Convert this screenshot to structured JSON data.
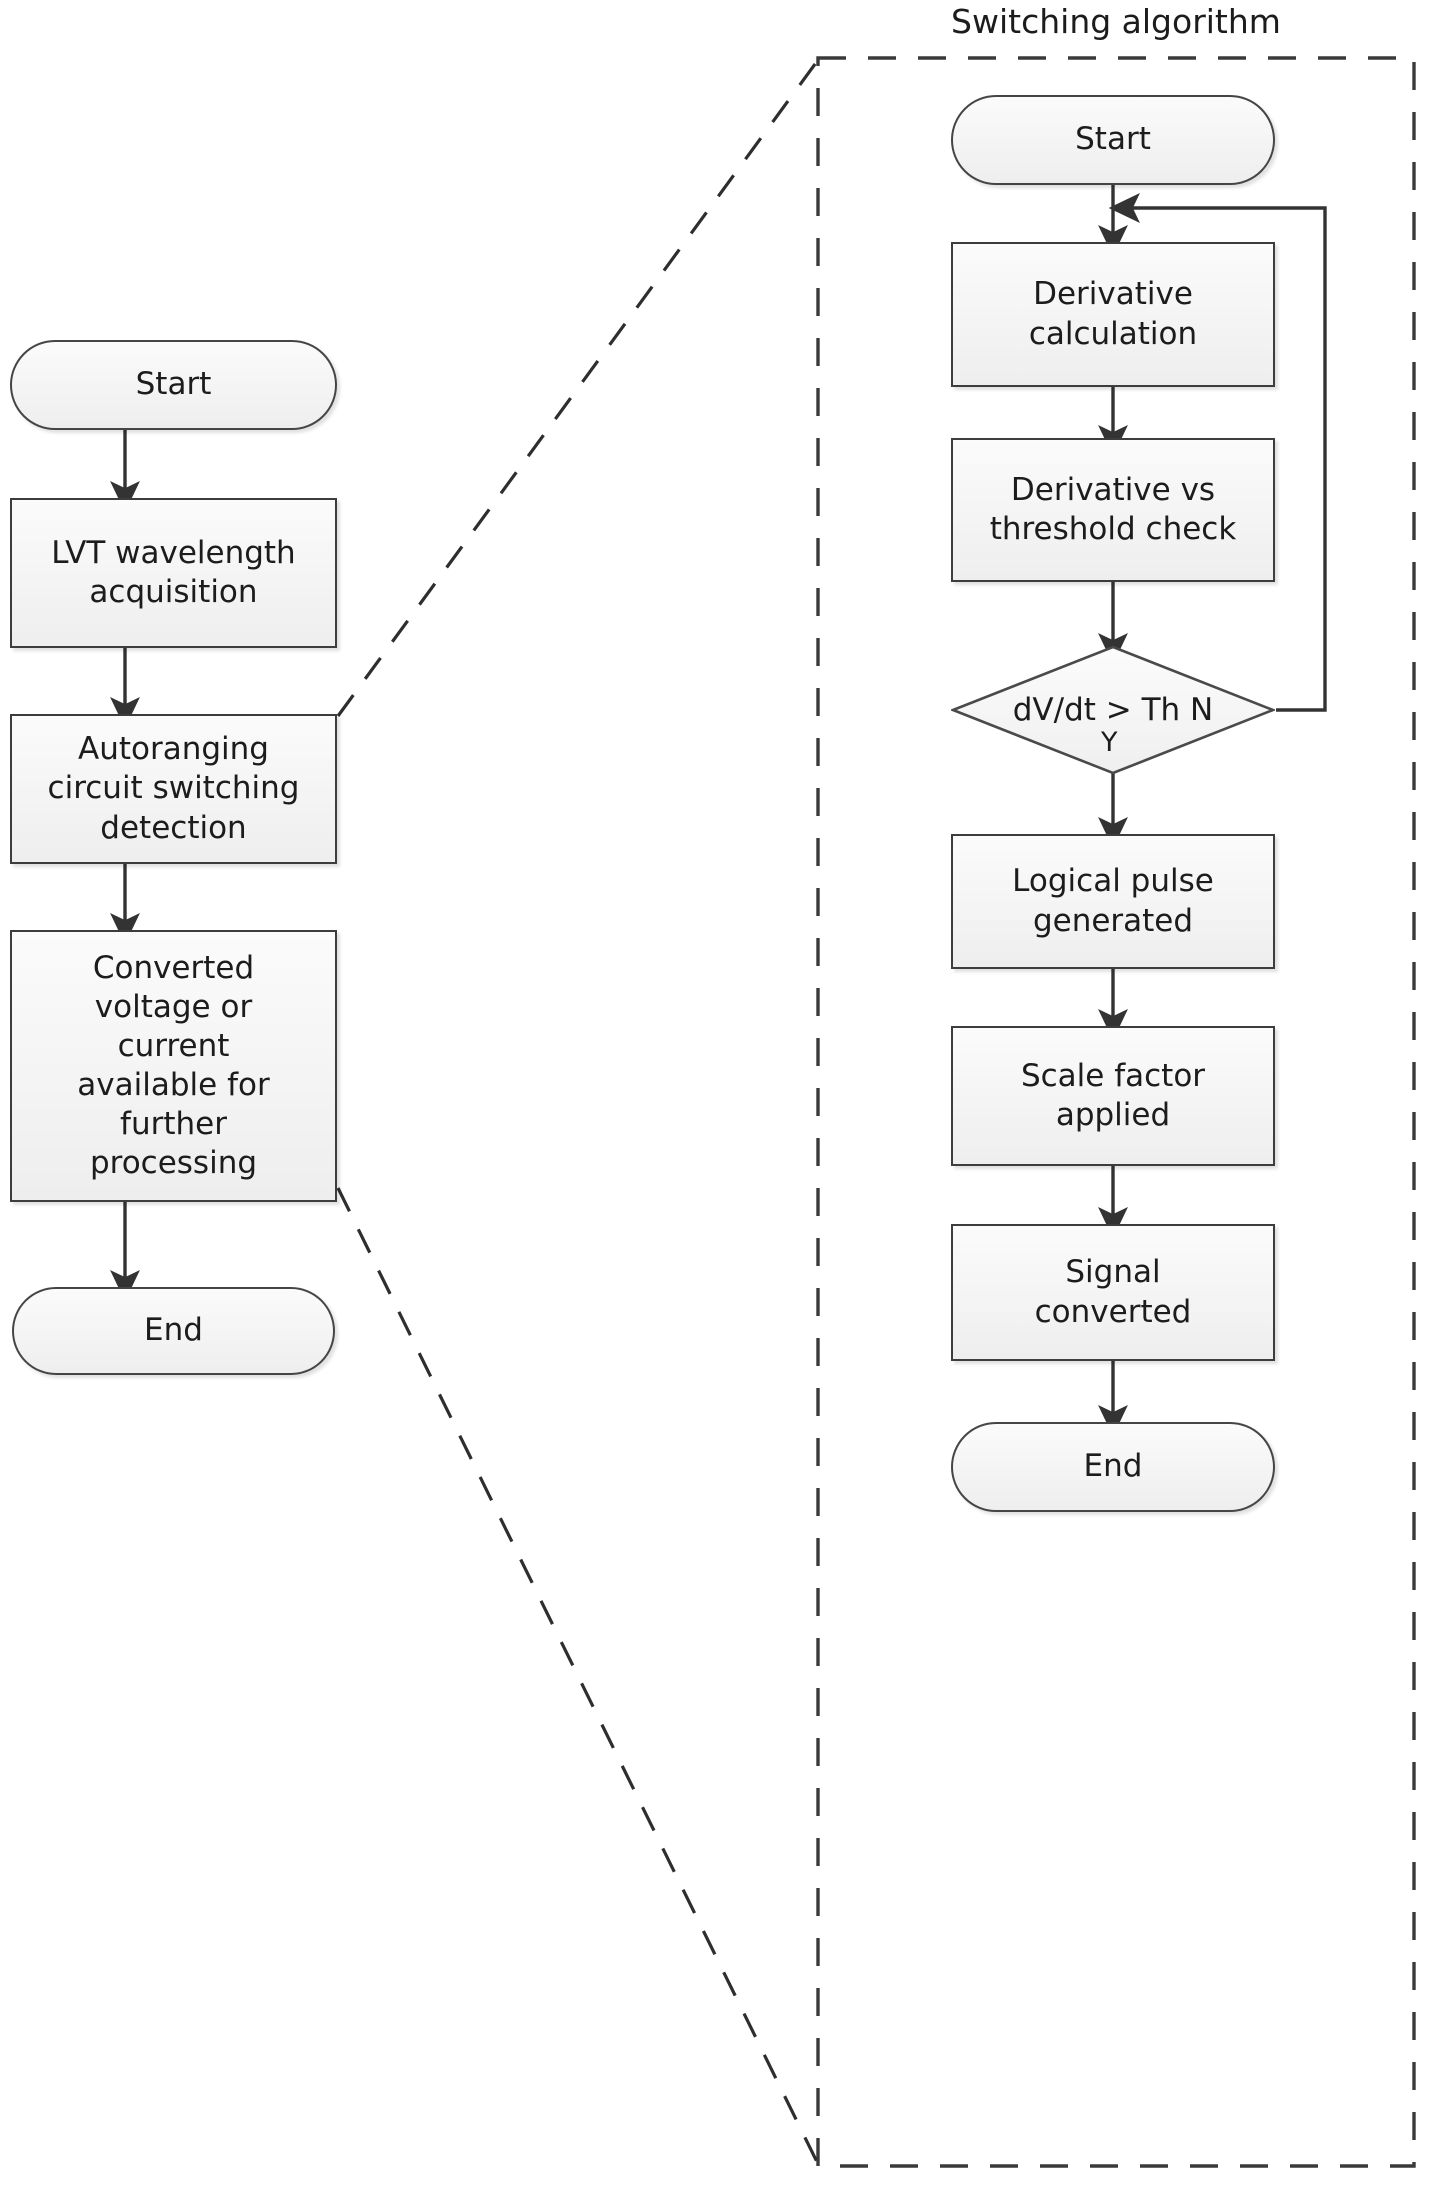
{
  "diagram": {
    "title_group": "Switching algorithm",
    "colors": {
      "node_fill_top": "#fbfbfb",
      "node_fill_bottom": "#eeeeee",
      "node_border": "#3d3d3d",
      "connector": "#333333",
      "group_border": "#3a3a3a",
      "text": "#1c1c1c",
      "background": "#ffffff"
    },
    "left_flow": {
      "name": "main-acquisition-flow",
      "nodes": [
        {
          "id": "left-start",
          "shape": "terminator",
          "label": "Start"
        },
        {
          "id": "left-lvt",
          "shape": "process",
          "label": "LVT wavelength\nacquisition"
        },
        {
          "id": "left-autorange",
          "shape": "process",
          "label": "Autoranging\ncircuit switching\ndetection"
        },
        {
          "id": "left-converted",
          "shape": "process",
          "label": "Converted\nvoltage or\ncurrent\navailable for\nfurther\nprocessing"
        },
        {
          "id": "left-end",
          "shape": "terminator",
          "label": "End"
        }
      ],
      "edges": [
        {
          "from": "left-start",
          "to": "left-lvt",
          "label": ""
        },
        {
          "from": "left-lvt",
          "to": "left-autorange",
          "label": ""
        },
        {
          "from": "left-autorange",
          "to": "left-converted",
          "label": ""
        },
        {
          "from": "left-converted",
          "to": "left-end",
          "label": ""
        }
      ]
    },
    "right_flow": {
      "name": "switching-algorithm-flow",
      "nodes": [
        {
          "id": "right-start",
          "shape": "terminator",
          "label": "Start"
        },
        {
          "id": "right-deriv",
          "shape": "process",
          "label": "Derivative\ncalculation"
        },
        {
          "id": "right-thresh",
          "shape": "process",
          "label": "Derivative vs\nthreshold check"
        },
        {
          "id": "right-decision",
          "shape": "decision",
          "label": "dV/dt > Th N",
          "yes_label": "Y",
          "no_label": "N"
        },
        {
          "id": "right-pulse",
          "shape": "process",
          "label": "Logical pulse\ngenerated"
        },
        {
          "id": "right-scale",
          "shape": "process",
          "label": "Scale factor\napplied"
        },
        {
          "id": "right-signal",
          "shape": "process",
          "label": "Signal\nconverted"
        },
        {
          "id": "right-end",
          "shape": "terminator",
          "label": "End"
        }
      ],
      "edges": [
        {
          "from": "right-start",
          "to": "right-deriv",
          "label": ""
        },
        {
          "from": "right-deriv",
          "to": "right-thresh",
          "label": ""
        },
        {
          "from": "right-thresh",
          "to": "right-decision",
          "label": ""
        },
        {
          "from": "right-decision",
          "to": "right-pulse",
          "label": "Y"
        },
        {
          "from": "right-decision",
          "to": "right-deriv",
          "label": "N"
        },
        {
          "from": "right-pulse",
          "to": "right-scale",
          "label": ""
        },
        {
          "from": "right-scale",
          "to": "right-signal",
          "label": ""
        },
        {
          "from": "right-signal",
          "to": "right-end",
          "label": ""
        }
      ]
    },
    "callout": {
      "name": "zoom-callout",
      "from_node": "left-autorange",
      "to_group": "Switching algorithm",
      "style": "dashed"
    }
  }
}
